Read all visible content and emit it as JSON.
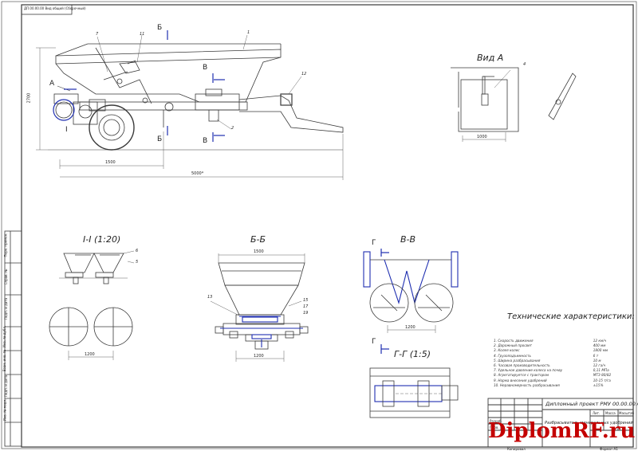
{
  "sheet": {
    "stamp_top_left": "ДП.00.00.00 Вид общий (Сборочный)",
    "dims": {
      "height_2700": "2700",
      "len_1500": "1500",
      "len_5000": "5000*",
      "vid_a_1000": "1000",
      "s1_1200": "1200",
      "bb_1500": "1500",
      "bb_1200": "1200",
      "vv_1200": "1200"
    },
    "callouts": {
      "c1": "1",
      "c2": "2",
      "c4": "4",
      "c5": "5",
      "c6": "6",
      "c7": "7",
      "c11": "11",
      "c12": "12",
      "c13": "13",
      "c15": "15",
      "c17": "17",
      "c19": "19"
    },
    "section_marks": {
      "A": "A",
      "I": "I",
      "B_top": "Б",
      "B_bottom": "Б",
      "V_top": "В",
      "V_bottom": "В",
      "G": "Г"
    },
    "views": {
      "vid_a": "Вид А",
      "s1": "I-I (1:20)",
      "bb": "Б-Б",
      "vv": "В-В",
      "gg": "Г-Г (1:5)"
    },
    "specs": {
      "heading": "Технические характеристики:",
      "rows": [
        {
          "name": "1. Скорость движения",
          "value": "12 км/ч"
        },
        {
          "name": "2. Дорожный просвет",
          "value": "400 мм"
        },
        {
          "name": "3. Колея колес",
          "value": "1800 мм"
        },
        {
          "name": "4. Грузоподъемность",
          "value": "6 т"
        },
        {
          "name": "5. Ширина разбрасывания",
          "value": "10 м"
        },
        {
          "name": "6. Часовая производительность",
          "value": "12 га/ч"
        },
        {
          "name": "7. Удельное давление колеса на почву",
          "value": "0,11 МПа"
        },
        {
          "name": "8. Агрегатируется с трактором",
          "value": "МТЗ-80/82"
        },
        {
          "name": "9. Норма внесения удобрений",
          "value": "10-15 т/га"
        },
        {
          "name": "10. Неравномерность разбрасывания",
          "value": "±15%"
        }
      ]
    },
    "title_block": {
      "project": "Дипломный проект РМУ 00.00.00.СБ",
      "name": "Разбрасыватель минеральных удобрений",
      "col_lit": "Лит.",
      "col_mass": "Масса",
      "col_scale": "Масштаб",
      "razrab": "Разраб.",
      "prov": "Пров.",
      "sheet_label": "Лист",
      "sheets_label": "Листов",
      "format_label": "Формат А1",
      "copied": "Копировал"
    },
    "left_strip": [
      "Перв. примен.",
      "Справ. №",
      "Подп. и дата",
      "Инв. № дубл.",
      "Взам. инв. №",
      "Подп. и дата",
      "Инв. № подл."
    ]
  },
  "watermark": "DiplomRF.ru",
  "colors": {
    "line": "#3a3a3a",
    "blue": "#1f2fb0",
    "watermark": "#c40000"
  }
}
